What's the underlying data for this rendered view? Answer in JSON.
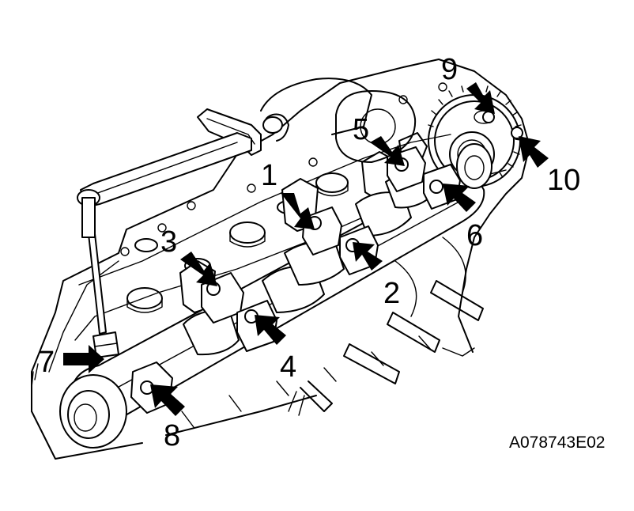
{
  "figure": {
    "code": "A078743E02",
    "callouts": [
      "1",
      "2",
      "3",
      "4",
      "5",
      "6",
      "7",
      "8",
      "9",
      "10"
    ]
  }
}
